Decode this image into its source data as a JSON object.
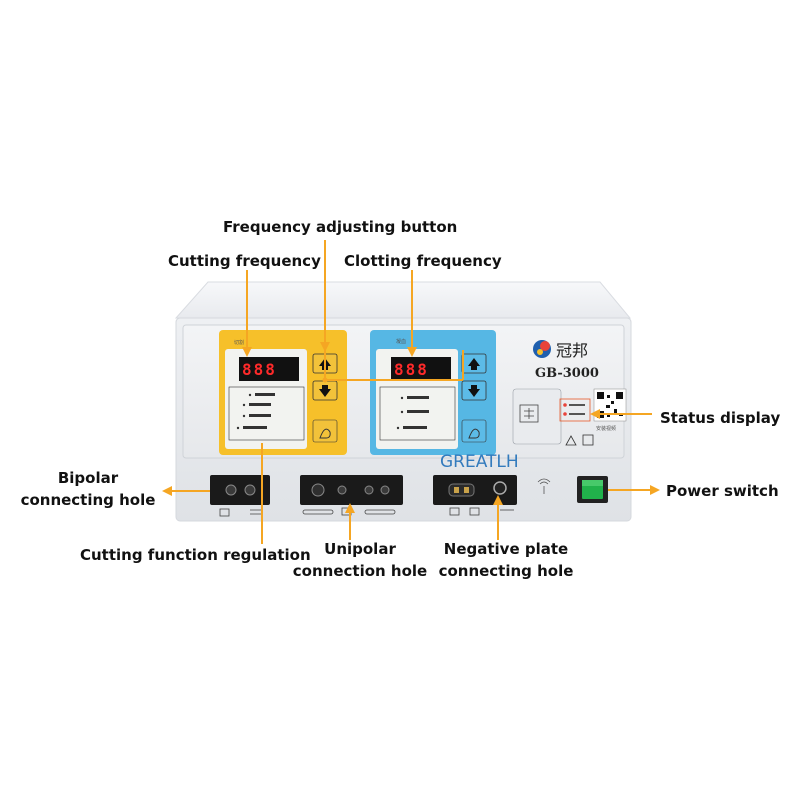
{
  "callouts": {
    "frequency_adjusting_button": "Frequency adjusting button",
    "cutting_frequency": "Cutting frequency",
    "clotting_frequency": "Clotting frequency",
    "status_display": "Status display",
    "bipolar_line1": "Bipolar",
    "bipolar_line2": "connecting hole",
    "power_switch": "Power switch",
    "cutting_function_regulation": "Cutting function regulation",
    "unipolar_line1": "Unipolar",
    "unipolar_line2": "connection hole",
    "negative_line1": "Negative plate",
    "negative_line2": "connecting hole"
  },
  "device": {
    "brand_cn": "冠邦",
    "model": "GB-3000",
    "watermark": "GREATLH",
    "cut_display": "888",
    "coag_display": "888",
    "cut_panel_label": "切割",
    "coag_panel_label": "凝血",
    "qr_caption": "安装视频"
  },
  "colors": {
    "arrow": "#f5a623",
    "cut_panel": "#f6c02a",
    "coag_panel": "#56b7e4",
    "watermark": "#1f6fb8",
    "power_switch": "#21b24b",
    "display_bg": "#111111",
    "display_digits": "#ff2a2a"
  }
}
